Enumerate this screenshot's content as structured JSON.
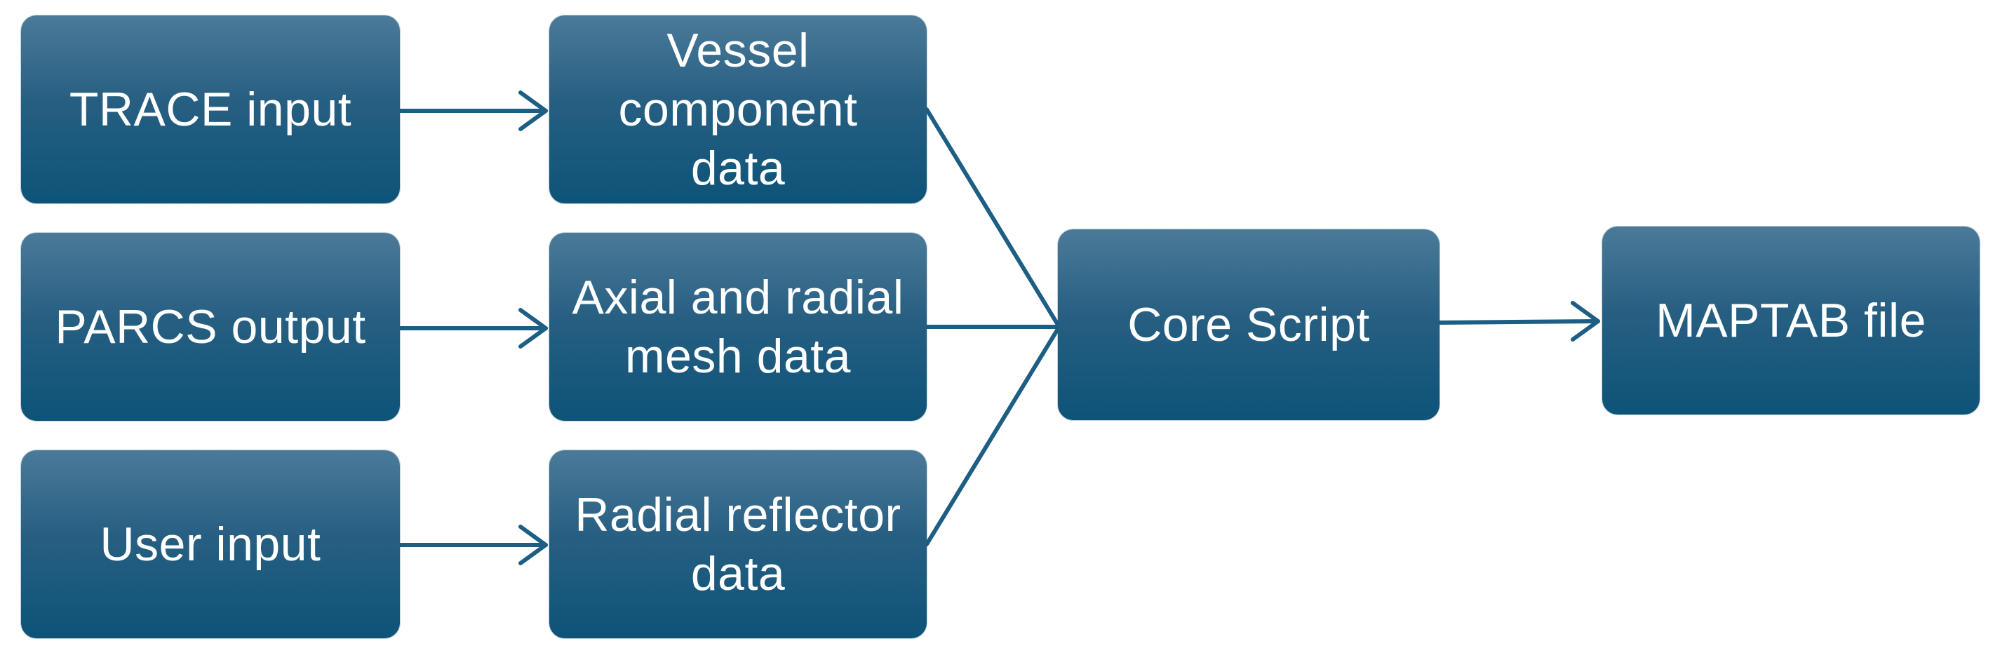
{
  "nodes": {
    "trace_input": "TRACE input",
    "parcs_output": "PARCS output",
    "user_input": "User input",
    "vessel_component_data": "Vessel\ncomponent\ndata",
    "axial_radial_mesh_data": "Axial and radial\nmesh data",
    "radial_reflector_data": "Radial reflector\ndata",
    "core_script": "Core Script",
    "maptab_file": "MAPTAB file"
  },
  "colors": {
    "box_top": "#4b7a99",
    "box_bottom": "#0d5378",
    "box_text": "#ffffff",
    "connector": "#1d5e84"
  }
}
